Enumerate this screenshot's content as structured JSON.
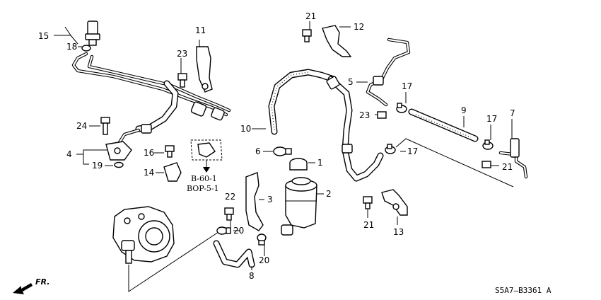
{
  "callouts": {
    "c1": "1",
    "c2": "2",
    "c3": "3",
    "c4": "4",
    "c5": "5",
    "c6": "6",
    "c7": "7",
    "c8": "8",
    "c9": "9",
    "c10": "10",
    "c11": "11",
    "c12": "12",
    "c13": "13",
    "c14": "14",
    "c15": "15",
    "c16": "16",
    "c17a": "17",
    "c17b": "17",
    "c17c": "17",
    "c18": "18",
    "c19": "19",
    "c20a": "20",
    "c20b": "20",
    "c21a": "21",
    "c21b": "21",
    "c21c": "21",
    "c22": "22",
    "c23a": "23",
    "c23b": "23",
    "c24": "24"
  },
  "refs": {
    "ref1": "B-60-1",
    "ref2": "BOP-5-1"
  },
  "front_label": "FR.",
  "diagram_code": "S5A7—B3361 A"
}
